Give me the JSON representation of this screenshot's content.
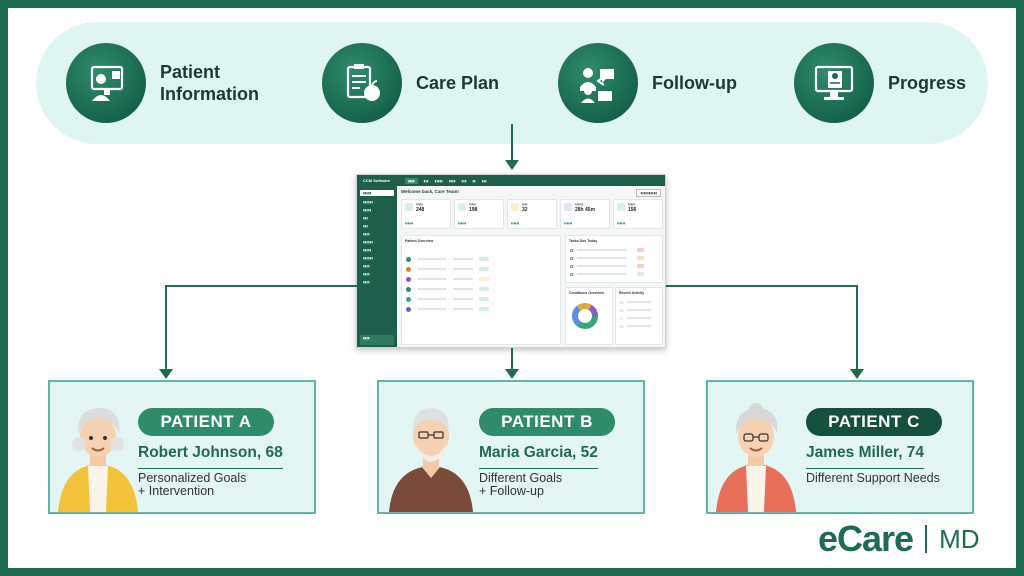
{
  "features": [
    {
      "label": "Patient\nInformation",
      "icon": "patient-information-icon"
    },
    {
      "label": "Care Plan",
      "icon": "care-plan-icon"
    },
    {
      "label": "Follow-up",
      "icon": "follow-up-icon"
    },
    {
      "label": "Progress",
      "icon": "progress-icon"
    }
  ],
  "dashboard": {
    "brand": "CCM Software",
    "welcome": "Welcome back, Care Team!",
    "sections": {
      "patients": "Patient Overview",
      "tasks": "Tasks Due Today",
      "conditions": "Conditions Overview",
      "activity": "Recent Activity"
    },
    "stats": [
      {
        "value": "248",
        "color": "#2f8c6a"
      },
      {
        "value": "198",
        "color": "#3aa57a"
      },
      {
        "value": "32",
        "color": "#e5a93b"
      },
      {
        "value": "28h 45m",
        "color": "#7b6fd0"
      },
      {
        "value": "156",
        "color": "#3aa57a"
      }
    ]
  },
  "patients": [
    {
      "badge": "PATIENT A",
      "name": "Robert Johnson, 68",
      "desc": "Personalized Goals\n+ Intervention",
      "badge_color": "#2f8c6a"
    },
    {
      "badge": "PATIENT B",
      "name": "Maria Garcia, 52",
      "desc": "Different Goals\n+ Follow-up",
      "badge_color": "#2f8c6a"
    },
    {
      "badge": "PATIENT C",
      "name": "James Miller, 74",
      "desc": "Different Support Needs",
      "badge_color": "#14503d"
    }
  ],
  "logo": {
    "brand": "eCare",
    "suffix": "MD"
  },
  "colors": {
    "primary": "#1f6b4f",
    "banner": "#dff5f2",
    "card": "#e3f6f3"
  }
}
